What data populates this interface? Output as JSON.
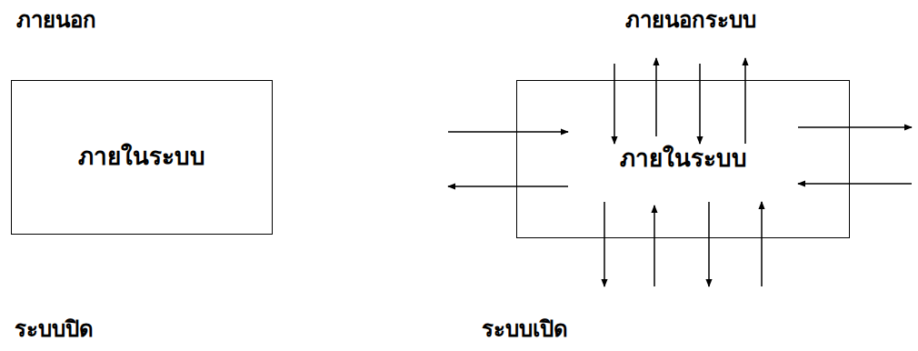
{
  "diagram": {
    "nodes": [
      {
        "text": [
          "ภายในระบบ"
        ]
      },
      {
        "text": [
          "ภายในระบบ"
        ]
      }
    ],
    "labels": [
      "ภายนอก",
      "ระบบปิด",
      "ภายนอกระบบ",
      "ระบบเปิด"
    ]
  }
}
